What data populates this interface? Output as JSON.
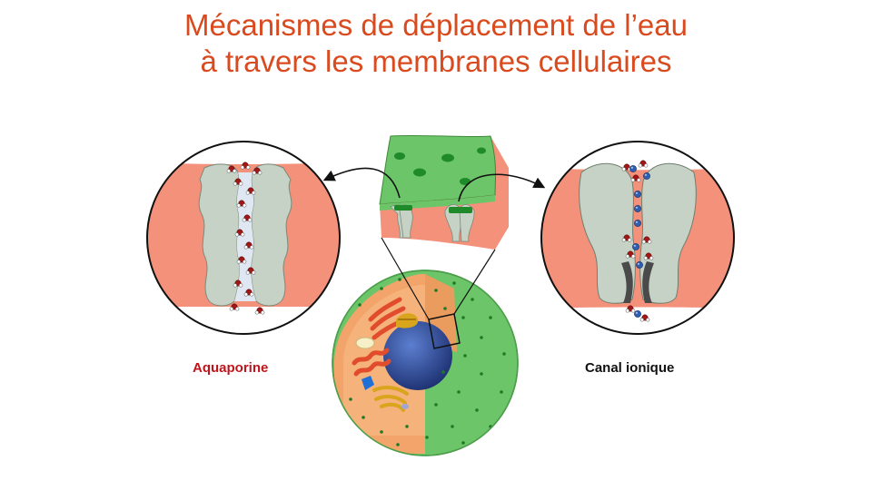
{
  "title": {
    "line1": "Mécanismes de déplacement de l’eau",
    "line2": "à travers les membranes cellulaires"
  },
  "labels": {
    "aquaporin": "Aquaporine",
    "ion_channel": "Canal ionique"
  },
  "colors": {
    "title": "#d94a1e",
    "aquaporin_label": "#c0141c",
    "membrane": "#f4917a",
    "protein": "#c6d2c6",
    "cell_surface": "#6dc56a",
    "water_oxygen": "#a31616",
    "ion": "#2f5fb0"
  }
}
